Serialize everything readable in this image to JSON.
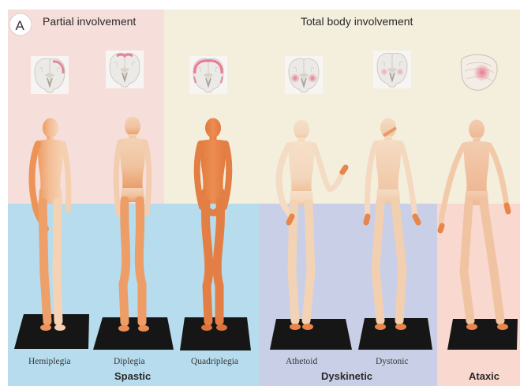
{
  "panel_letter": "A",
  "headers": {
    "partial": "Partial involvement",
    "total": "Total body involvement"
  },
  "figures": [
    {
      "id": "hemiplegia",
      "label": "Hemiplegia"
    },
    {
      "id": "diplegia",
      "label": "Diplegia"
    },
    {
      "id": "quadriplegia",
      "label": "Quadriplegia"
    },
    {
      "id": "athetoid",
      "label": "Athetoid"
    },
    {
      "id": "dystonic",
      "label": "Dystonic"
    },
    {
      "id": "ataxic-figure",
      "label": ""
    }
  ],
  "groups": {
    "spastic": "Spastic",
    "dyskinetic": "Dyskinetic",
    "ataxic": "Ataxic"
  },
  "colors": {
    "partial_bg": "#f6dedb",
    "total_bg": "#f4eedd",
    "spastic_bg": "#b6dced",
    "dyskinetic_bg": "#c9cfe6",
    "ataxic_bg": "#f8d8cf",
    "skin_pale": "#f5d7bd",
    "skin_mid": "#efb080",
    "skin_orange": "#e8854a",
    "lesion": "#e8718a"
  }
}
